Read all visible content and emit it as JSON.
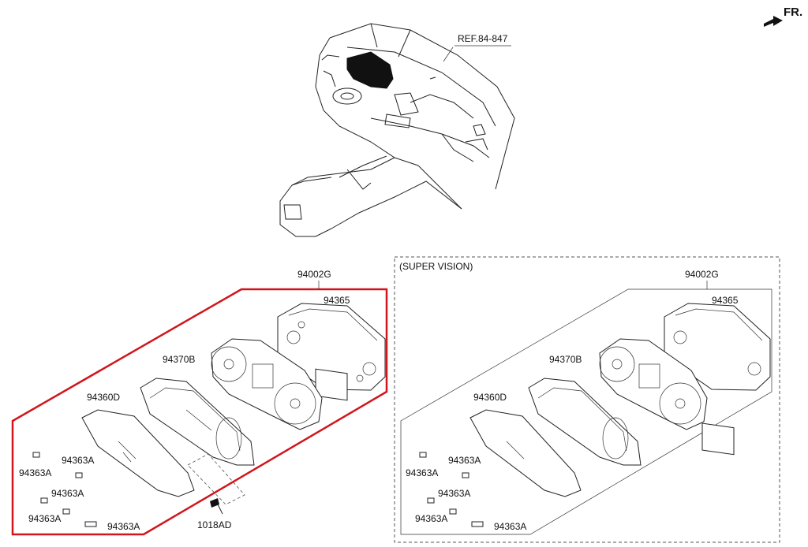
{
  "orientation": "FR.",
  "reference": "REF.84-847",
  "standard_group": {
    "assembly": "94002G",
    "parts": {
      "p94365": "94365",
      "p94370b": "94370B",
      "p94360d": "94360D",
      "p1018ad": "1018AD",
      "clip1": "94363A",
      "clip2": "94363A",
      "clip3": "94363A",
      "clip4": "94363A",
      "clip5": "94363A"
    }
  },
  "super_vision_group": {
    "title": "(SUPER VISION)",
    "assembly": "94002G",
    "parts": {
      "p94365": "94365",
      "p94370b": "94370B",
      "p94360d": "94360D",
      "clip1": "94363A",
      "clip2": "94363A",
      "clip3": "94363A",
      "clip4": "94363A",
      "clip5": "94363A"
    }
  },
  "colors": {
    "highlight_border": "#d0161c",
    "line": "#222222"
  }
}
